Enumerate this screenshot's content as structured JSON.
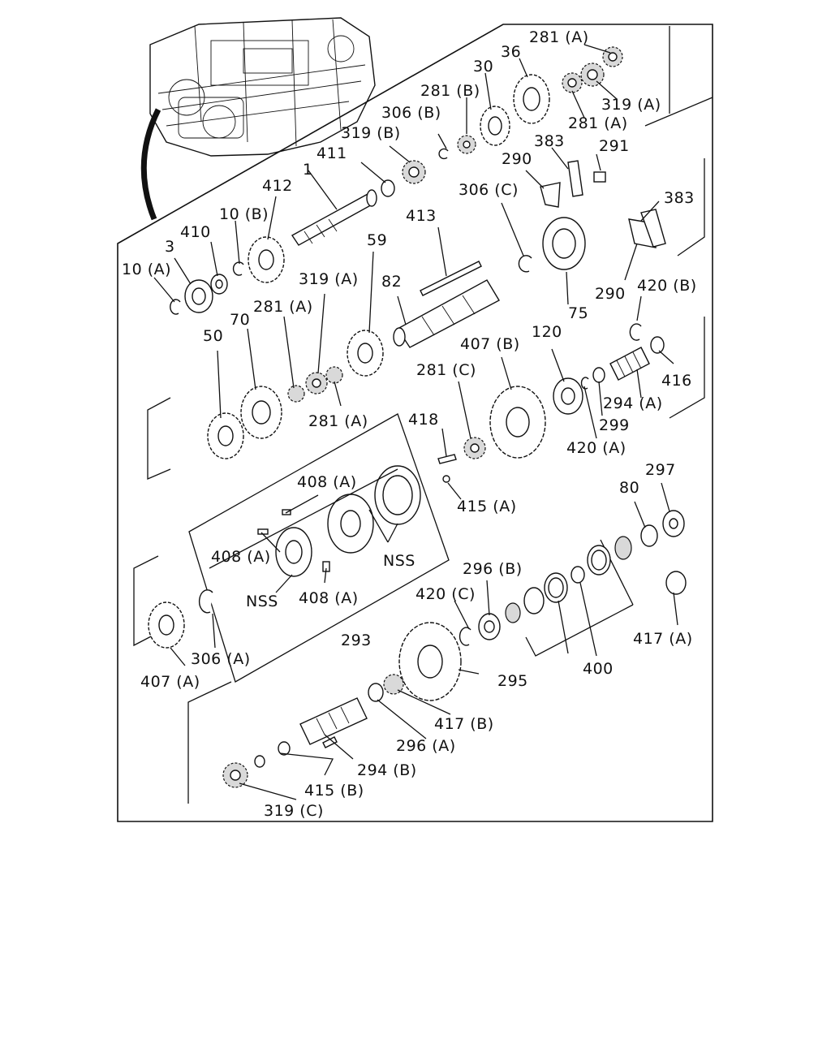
{
  "labels": {
    "l281A_top": "281 (A)",
    "l36": "36",
    "l30": "30",
    "l281B": "281 (B)",
    "l319A_top": "319 (A)",
    "l281A_top2": "281 (A)",
    "l306B": "306 (B)",
    "l319B": "319 (B)",
    "l383_top": "383",
    "l291": "291",
    "l290_top": "290",
    "l411": "411",
    "l1": "1",
    "l412": "412",
    "l306C": "306 (C)",
    "l383_right": "383",
    "l413": "413",
    "l10B": "10 (B)",
    "l410": "410",
    "l3": "3",
    "l59": "59",
    "l10A": "10 (A)",
    "l319A_mid": "319 (A)",
    "l82": "82",
    "l290_mid": "290",
    "l420B": "420 (B)",
    "l75": "75",
    "l281A_mid": "281 (A)",
    "l70": "70",
    "l50": "50",
    "l407B": "407 (B)",
    "l120": "120",
    "l281C": "281 (C)",
    "l416": "416",
    "l281A_low": "281 (A)",
    "l294A": "294 (A)",
    "l418": "418",
    "l299": "299",
    "l420A": "420 (A)",
    "l297": "297",
    "l408A_1": "408 (A)",
    "l80": "80",
    "l415A": "415 (A)",
    "l408A_2": "408 (A)",
    "lNSS_1": "NSS",
    "l296B": "296 (B)",
    "lNSS_2": "NSS",
    "l408A_3": "408 (A)",
    "l420C": "420 (C)",
    "l293": "293",
    "l417A": "417 (A)",
    "l306A": "306 (A)",
    "l400": "400",
    "l295": "295",
    "l407A": "407 (A)",
    "l417B": "417 (B)",
    "l296A": "296 (A)",
    "l294B": "294 (B)",
    "l415B": "415 (B)",
    "l319C": "319 (C)"
  },
  "icons": {
    "transmission": "transmission-assembly-icon",
    "gear": "gear-icon",
    "bearing": "bearing-icon",
    "shaft": "shaft-icon",
    "snap_ring": "snap-ring-icon"
  },
  "colors": {
    "ink": "#111111",
    "background": "#ffffff",
    "shade": "#d9d9d9"
  }
}
